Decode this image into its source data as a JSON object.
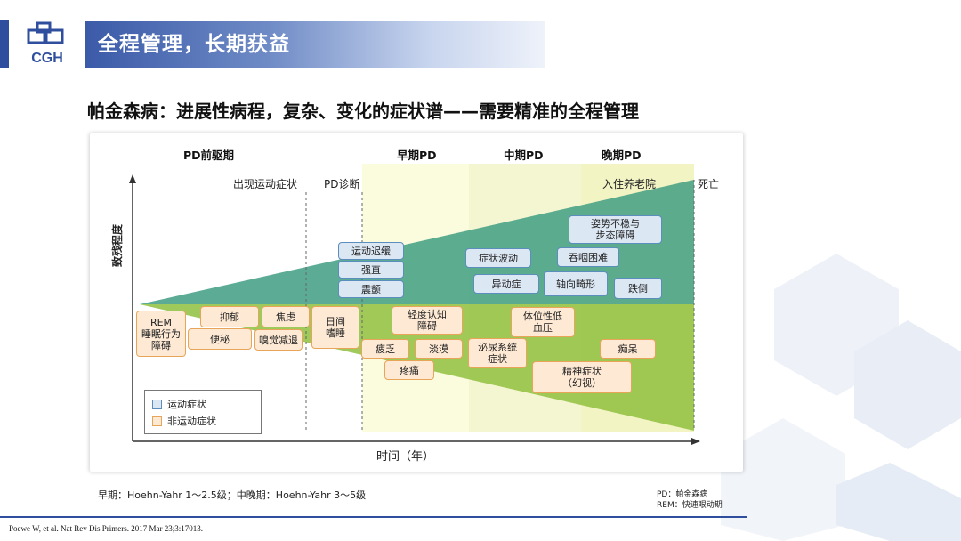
{
  "header": {
    "logo_text": "CGH",
    "title": "全程管理，长期获益"
  },
  "subtitle": "帕金森病：进展性病程，复杂、变化的症状谱——需要精准的全程管理",
  "diagram": {
    "phases": {
      "prodromal": "PD前驱期",
      "early": "早期PD",
      "mid": "中期PD",
      "late": "晚期PD"
    },
    "milestones": {
      "motor_onset": "出现运动症状",
      "diagnosis": "PD诊断",
      "nursing_home": "入住养老院",
      "death": "死亡"
    },
    "y_axis_label": "致残程度",
    "x_axis_label": "时间（年）",
    "motor_symptoms": [
      "运动迟缓",
      "强直",
      "震颤",
      "症状波动",
      "异动症",
      "姿势不稳与\n步态障碍",
      "吞咽困难",
      "轴向畸形",
      "跌倒"
    ],
    "nonmotor_symptoms": [
      "REM\n睡眠行为\n障碍",
      "抑郁",
      "焦虑",
      "便秘",
      "嗅觉减退",
      "日间\n嗜睡",
      "轻度认知\n障碍",
      "疲乏",
      "淡漠",
      "疼痛",
      "泌尿系统\n症状",
      "体位性低\n血压",
      "痴呆",
      "精神症状\n（幻视）"
    ],
    "legend": {
      "motor": "运动症状",
      "nonmotor": "非运动症状"
    },
    "colors": {
      "motor_fill": "#dce7f4",
      "motor_border": "#5b8dbd",
      "nonmotor_fill": "#fde9d4",
      "nonmotor_border": "#e8a55a",
      "motor_wedge": "#3f9d82",
      "nonmotor_wedge": "#8fbf3f",
      "stage_bg": "#fbfbd9"
    }
  },
  "footnotes": {
    "stages": "早期：Hoehn-Yahr 1～2.5级；中晚期：Hoehn-Yahr 3～5级",
    "abbr_pd": "PD：帕金森病",
    "abbr_rem": "REM：快速眼动期"
  },
  "citation": "Poewe W, et al. Nat Rev Dis Primers. 2017 Mar 23;3:17013."
}
